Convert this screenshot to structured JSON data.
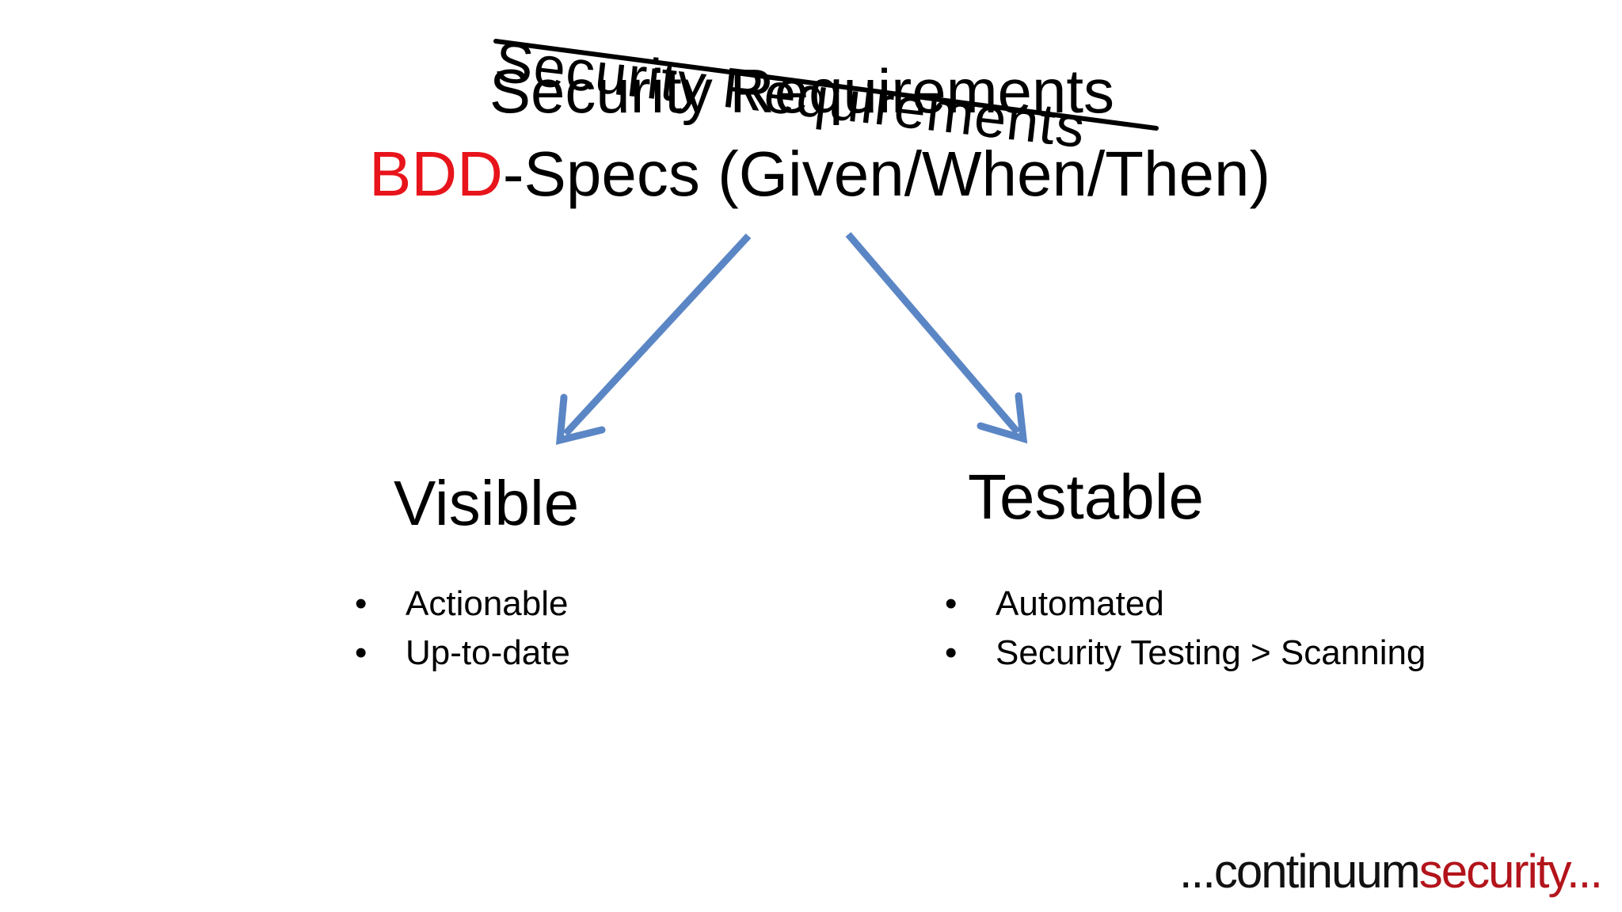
{
  "slide": {
    "crossed_out_title": "Security Requirements",
    "main_title": "Security Requirements",
    "bdd_line": {
      "highlight": "BDD",
      "rest": "-Specs (Given/When/Then)"
    },
    "left_column": {
      "heading": "Visible",
      "bullets": [
        "Actionable",
        "Up-to-date"
      ]
    },
    "right_column": {
      "heading": "Testable",
      "bullets": [
        "Automated",
        "Security Testing > Scanning"
      ]
    },
    "bullet_symbol": "•",
    "logo": {
      "prefix": "...continuum",
      "suffix": "security..."
    }
  },
  "colors": {
    "text": "#000000",
    "highlight_red": "#e8141b",
    "arrow_blue": "#5b86c5",
    "logo_red": "#b3141b"
  },
  "icons": [
    "arrow-down-left-icon",
    "arrow-down-right-icon"
  ]
}
